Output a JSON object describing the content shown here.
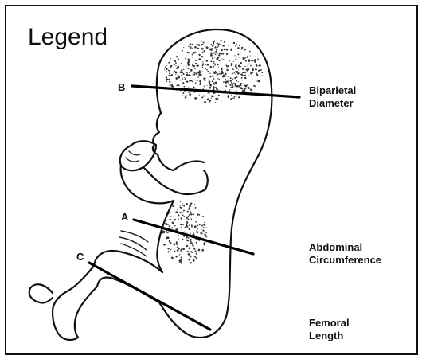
{
  "title": "Legend",
  "measurements": [
    {
      "letter": "B",
      "label_line1": "Biparietal",
      "label_line2": "Diameter"
    },
    {
      "letter": "A",
      "label_line1": "Abdominal",
      "label_line2": "Circumference"
    },
    {
      "letter": "C",
      "label_line1": "Femoral",
      "label_line2": "Length"
    }
  ]
}
